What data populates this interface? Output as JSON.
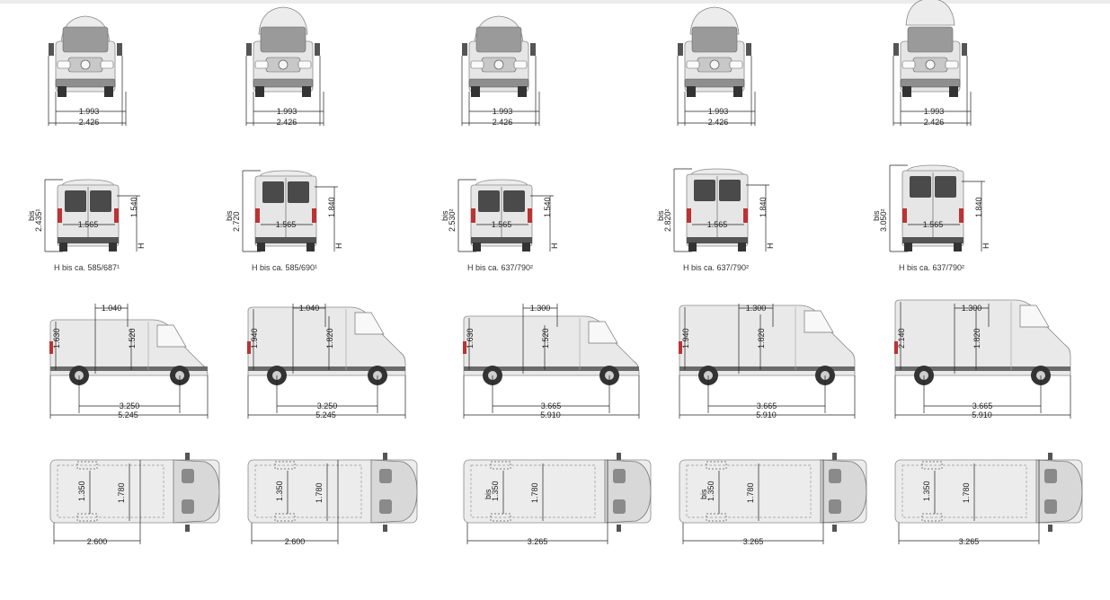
{
  "columns": [
    {
      "front": {
        "track": "1.993",
        "width": "2.426"
      },
      "rear": {
        "bis": "bis",
        "total_height": "2.435¹",
        "door_height": "1.540",
        "door_width": "1.565",
        "h_mark": "H",
        "caption": "H bis ca. 585/687¹"
      },
      "side": {
        "roof_length": "1.040",
        "body_height": "1.630",
        "cargo_height": "1.520",
        "wheelbase": "3.250",
        "length": "5.245"
      },
      "top": {
        "bis": "",
        "inner_width": "1.350",
        "cargo_width": "1.780",
        "cargo_length": "2.600"
      }
    },
    {
      "front": {
        "track": "1.993",
        "width": "2.426"
      },
      "rear": {
        "bis": "bis",
        "total_height": "2.720",
        "door_height": "1.840",
        "door_width": "1.565",
        "h_mark": "H",
        "caption": "H bis ca. 585/690¹"
      },
      "side": {
        "roof_length": "1.040",
        "body_height": "1.940",
        "cargo_height": "1.820",
        "wheelbase": "3.250",
        "length": "5.245"
      },
      "top": {
        "bis": "",
        "inner_width": "1.350",
        "cargo_width": "1.780",
        "cargo_length": "2.600"
      }
    },
    {
      "front": {
        "track": "1.993",
        "width": "2.426"
      },
      "rear": {
        "bis": "bis",
        "total_height": "2.530²",
        "door_height": "1.540",
        "door_width": "1.565",
        "h_mark": "H",
        "caption": "H bis ca. 637/790²"
      },
      "side": {
        "roof_length": "1.300",
        "body_height": "1.630",
        "cargo_height": "1.520",
        "wheelbase": "3.665",
        "length": "5.910"
      },
      "top": {
        "bis": "bis",
        "inner_width": "1.350",
        "cargo_width": "1.780",
        "cargo_length": "3.265"
      }
    },
    {
      "front": {
        "track": "1.993",
        "width": "2.426"
      },
      "rear": {
        "bis": "bis",
        "total_height": "2.820²",
        "door_height": "1.840",
        "door_width": "1.565",
        "h_mark": "H",
        "caption": "H bis ca. 637/790²"
      },
      "side": {
        "roof_length": "1.300",
        "body_height": "1.940",
        "cargo_height": "1.820",
        "wheelbase": "3.665",
        "length": "5.910"
      },
      "top": {
        "bis": "bis",
        "inner_width": "1.350",
        "cargo_width": "1.780",
        "cargo_length": "3.265"
      }
    },
    {
      "front": {
        "track": "1.993",
        "width": "2.426"
      },
      "rear": {
        "bis": "bis",
        "total_height": "3.050²",
        "door_height": "1.840",
        "door_width": "1.565",
        "h_mark": "H",
        "caption": "H bis ca. 637/790²"
      },
      "side": {
        "roof_length": "1.300",
        "body_height": "2.140",
        "cargo_height": "1.820",
        "wheelbase": "3.665",
        "length": "5.910"
      },
      "top": {
        "bis": "",
        "inner_width": "1.350",
        "cargo_width": "1.780",
        "cargo_length": "3.265"
      }
    }
  ]
}
